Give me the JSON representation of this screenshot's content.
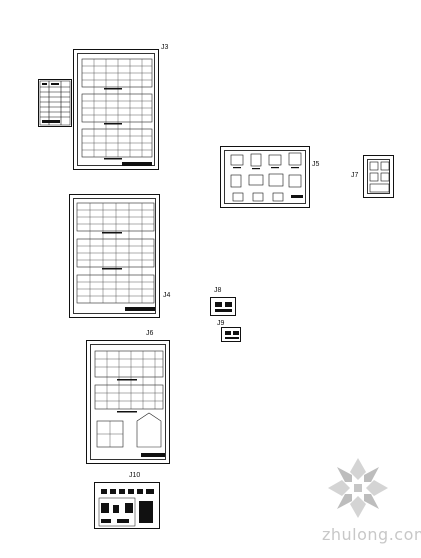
{
  "sheets": {
    "j3": {
      "label": "J3"
    },
    "j4": {
      "label": "J4"
    },
    "j5": {
      "label": "J5"
    },
    "j6": {
      "label": "J6"
    },
    "j7": {
      "label": "J7"
    },
    "j8": {
      "label": "J8"
    },
    "j9": {
      "label": "J9"
    },
    "j10": {
      "label": "J10"
    }
  },
  "watermark": {
    "text": "zhulong.com"
  }
}
